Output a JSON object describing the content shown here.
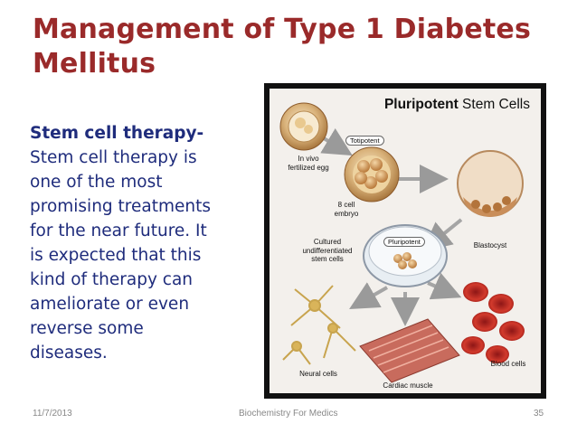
{
  "slide": {
    "title": "Management of Type 1 Diabetes Mellitus",
    "body_lead": "Stem cell therapy-",
    "body_text": "Stem cell therapy is one of the most promising treatments for the near future. It is expected that this kind of therapy can ameliorate or even reverse some diseases."
  },
  "figure": {
    "title_bold": "Pluripotent",
    "title_rest": " Stem Cells",
    "labels": {
      "totipotent": "Totipotent",
      "in_vivo_line1": "In vivo",
      "in_vivo_line2": "fertilized egg",
      "eight_cell_line1": "8 cell",
      "eight_cell_line2": "embryo",
      "pluripotent": "Pluripotent",
      "cultured_line1": "Cultured",
      "cultured_line2": "undifferentiated",
      "cultured_line3": "stem cells",
      "blastocyst": "Blastocyst",
      "neural": "Neural cells",
      "cardiac": "Cardiac muscle",
      "blood": "Blood cells"
    }
  },
  "footer": {
    "date": "11/7/2013",
    "source": "Biochemistry For Medics",
    "page_number": "35"
  },
  "colors": {
    "title": "#9a2a2a",
    "body": "#1f2c7c",
    "footer": "#888888"
  }
}
